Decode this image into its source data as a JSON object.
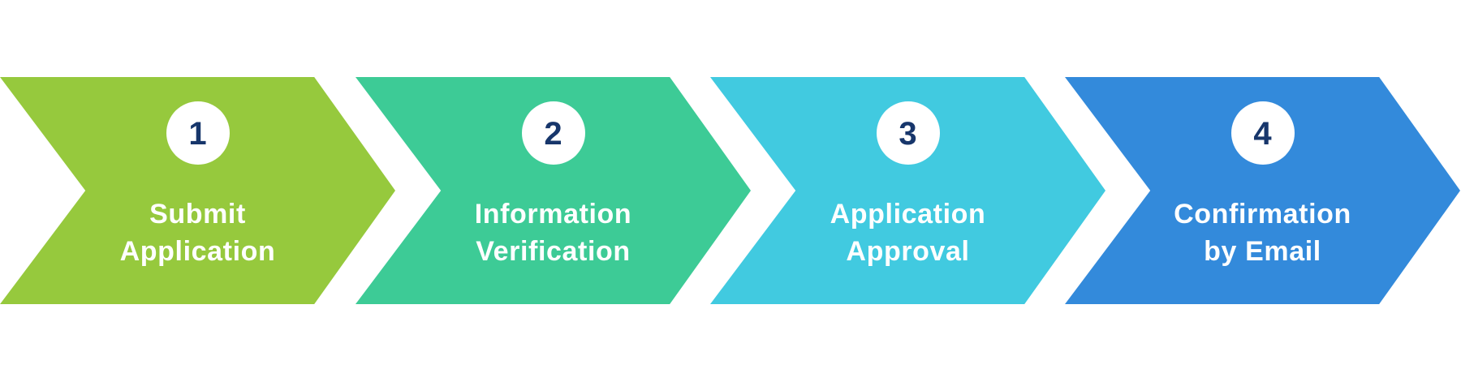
{
  "diagram": {
    "name": "application-process-flow",
    "background_color": "#ffffff",
    "circle_color": "#ffffff",
    "number_color": "#17366b",
    "label_color": "#ffffff",
    "steps": [
      {
        "number": "1",
        "label_line1": "Submit",
        "label_line2": "Application",
        "color": "#96c93d"
      },
      {
        "number": "2",
        "label_line1": "Information",
        "label_line2": "Verification",
        "color": "#3dcb96"
      },
      {
        "number": "3",
        "label_line1": "Application",
        "label_line2": "Approval",
        "color": "#41cae0"
      },
      {
        "number": "4",
        "label_line1": "Confirmation",
        "label_line2": "by Email",
        "color": "#338adb"
      }
    ]
  }
}
